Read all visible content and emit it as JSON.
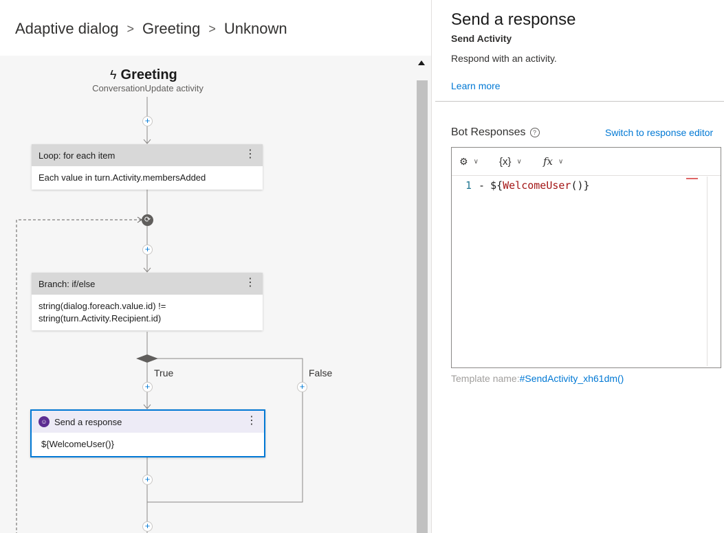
{
  "breadcrumb": {
    "items": [
      "Adaptive dialog",
      "Greeting",
      "Unknown"
    ],
    "separator": ">"
  },
  "canvas": {
    "trigger": {
      "icon": "lightning-icon",
      "title": "Greeting",
      "subtitle": "ConversationUpdate activity"
    },
    "loop": {
      "header": "Loop: for each item",
      "body": "Each value in turn.Activity.membersAdded"
    },
    "branch": {
      "header": "Branch: if/else",
      "body_line1": "string(dialog.foreach.value.id) !=",
      "body_line2": "string(turn.Activity.Recipient.id)",
      "true_label": "True",
      "false_label": "False"
    },
    "send": {
      "header": "Send a response",
      "body": "${WelcomeUser()}"
    },
    "more_glyph": "⋮",
    "plus_glyph": "+"
  },
  "panel": {
    "title": "Send a response",
    "subtitle": "Send Activity",
    "description": "Respond with an activity.",
    "learn_more": "Learn more",
    "bot_responses_label": "Bot Responses",
    "help_glyph": "?",
    "switch_link": "Switch to response editor",
    "editor": {
      "toolbar": {
        "variables": "{x}",
        "functions": "fx"
      },
      "line_number": "1",
      "dash": "-",
      "code_prefix": "${",
      "code_fn": "WelcomeUser",
      "code_suffix": "()}"
    },
    "template_label": "Template name:",
    "template_link": "#SendActivity_xh61dm()"
  },
  "colors": {
    "accent": "#0078d4",
    "bot_icon": "#5c2d91",
    "code_fn": "#a31515",
    "node_header": "#d8d8d8"
  }
}
